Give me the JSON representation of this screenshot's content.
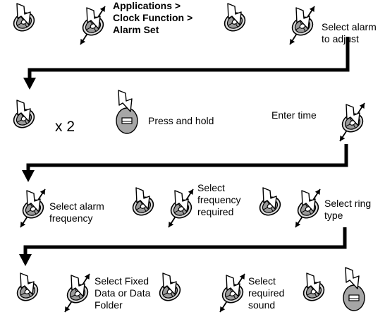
{
  "rows": [
    {
      "steps": [
        {
          "icon": "navigation-key-press-icon"
        },
        {
          "icon": "navigation-key-scroll-icon",
          "label": "Applications >\nClock Function >\nAlarm Set"
        },
        {
          "icon": "navigation-key-press-icon"
        },
        {
          "icon": "navigation-key-scroll-icon",
          "label": "Select alarm\nto adjust"
        }
      ]
    },
    {
      "steps": [
        {
          "icon": "navigation-key-press-icon",
          "label": "x 2"
        },
        {
          "icon": "soft-key-press-icon",
          "label": "Press and hold"
        },
        {
          "icon": "navigation-key-scroll-icon",
          "label": "Enter time"
        }
      ]
    },
    {
      "steps": [
        {
          "icon": "navigation-key-scroll-icon",
          "label": "Select alarm\nfrequency"
        },
        {
          "icon": "navigation-key-press-icon"
        },
        {
          "icon": "navigation-key-scroll-icon",
          "label": "Select\nfrequency\nrequired"
        },
        {
          "icon": "navigation-key-press-icon"
        },
        {
          "icon": "navigation-key-scroll-icon",
          "label": "Select ring\ntype"
        }
      ]
    },
    {
      "steps": [
        {
          "icon": "navigation-key-press-icon"
        },
        {
          "icon": "navigation-key-scroll-icon",
          "label": "Select Fixed\nData or Data\nFolder"
        },
        {
          "icon": "navigation-key-press-icon"
        },
        {
          "icon": "navigation-key-scroll-icon",
          "label": "Select\nrequired\nsound"
        },
        {
          "icon": "navigation-key-press-icon"
        },
        {
          "icon": "soft-key-press-icon"
        }
      ]
    }
  ]
}
